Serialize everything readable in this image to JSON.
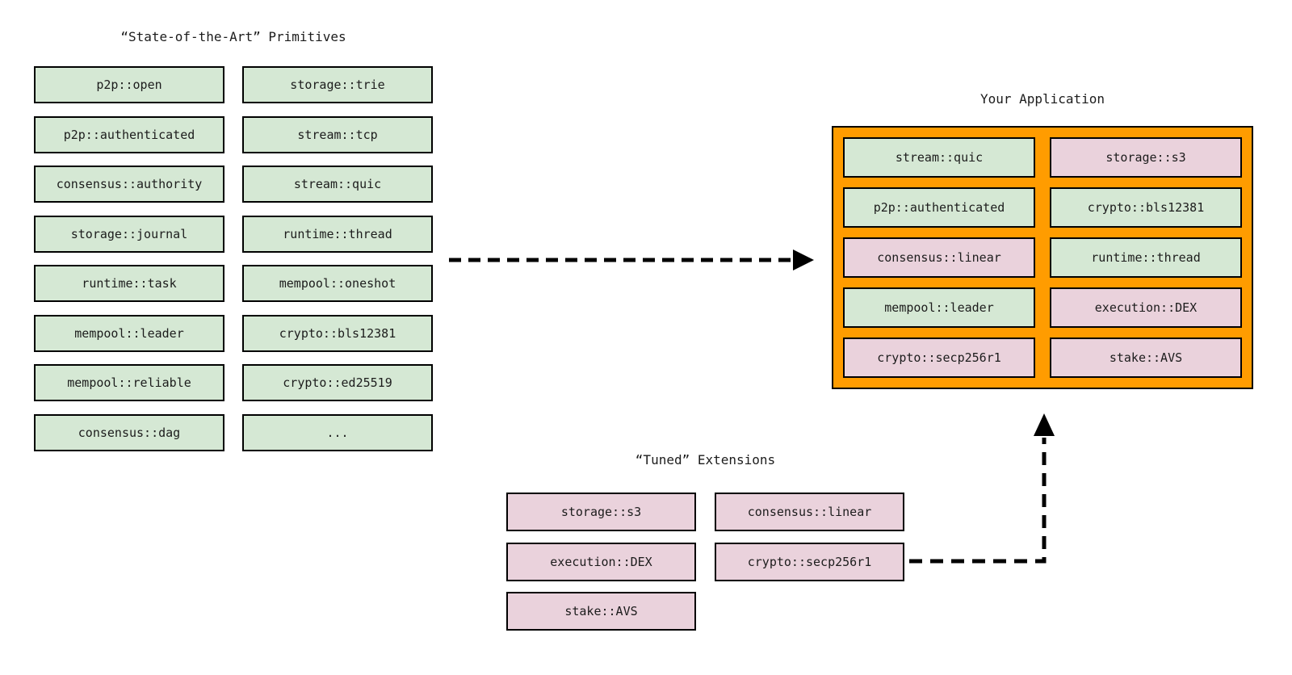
{
  "titles": {
    "primitives": "“State-of-the-Art” Primitives",
    "application": "Your Application",
    "extensions": "“Tuned” Extensions"
  },
  "colors": {
    "green": "#d5e8d4",
    "pink": "#ead2dc",
    "orange": "#ff9c00",
    "border": "#000000",
    "arrow": "#000000"
  },
  "primitives": {
    "col1": [
      "p2p::open",
      "p2p::authenticated",
      "consensus::authority",
      "storage::journal",
      "runtime::task",
      "mempool::leader",
      "mempool::reliable",
      "consensus::dag"
    ],
    "col2": [
      "storage::trie",
      "stream::tcp",
      "stream::quic",
      "runtime::thread",
      "mempool::oneshot",
      "crypto::bls12381",
      "crypto::ed25519",
      "..."
    ]
  },
  "application": {
    "cells": [
      {
        "label": "stream::quic",
        "variant": "green"
      },
      {
        "label": "storage::s3",
        "variant": "pink"
      },
      {
        "label": "p2p::authenticated",
        "variant": "green"
      },
      {
        "label": "crypto::bls12381",
        "variant": "green"
      },
      {
        "label": "consensus::linear",
        "variant": "pink"
      },
      {
        "label": "runtime::thread",
        "variant": "green"
      },
      {
        "label": "mempool::leader",
        "variant": "green"
      },
      {
        "label": "execution::DEX",
        "variant": "pink"
      },
      {
        "label": "crypto::secp256r1",
        "variant": "pink"
      },
      {
        "label": "stake::AVS",
        "variant": "pink"
      }
    ]
  },
  "extensions": {
    "col1": [
      "storage::s3",
      "execution::DEX",
      "stake::AVS"
    ],
    "col2": [
      "consensus::linear",
      "crypto::secp256r1"
    ]
  }
}
